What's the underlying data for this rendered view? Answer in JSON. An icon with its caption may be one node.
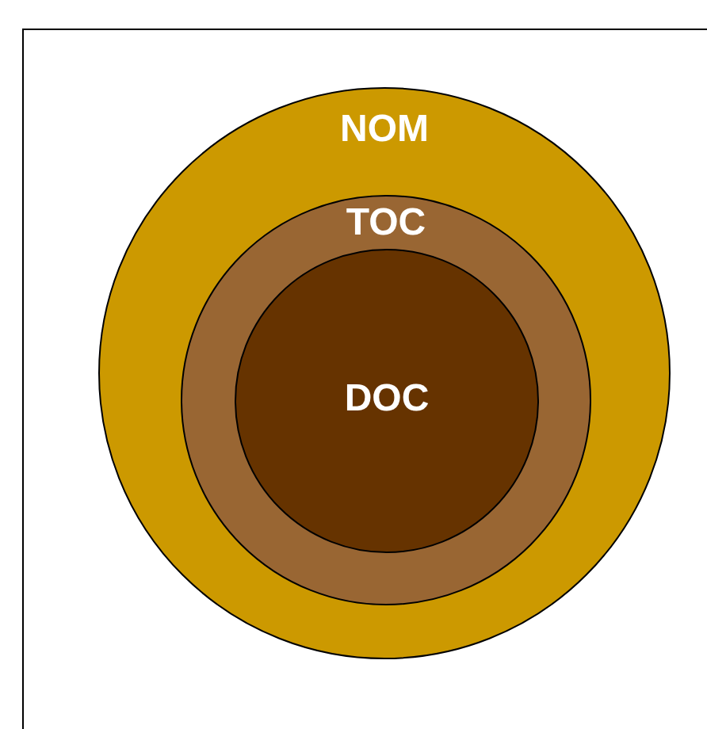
{
  "diagram": {
    "nodes": [
      {
        "text": [
          "NOM"
        ]
      },
      {
        "text": [
          "TOC"
        ],
        "in": 0
      },
      {
        "text": [
          "DOC"
        ],
        "in": 1
      }
    ]
  }
}
